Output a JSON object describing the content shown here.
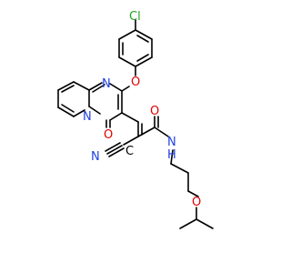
{
  "molecule": {
    "atoms": {
      "chlorine": "Cl",
      "ether_oxygen_aryl": "O",
      "pyrimidine_nitrogen": "N",
      "bridgehead_nitrogen": "N",
      "carbonyl_oxygen_ring": "O",
      "nitrile_nitrogen": "N",
      "nitrile_carbon": "C",
      "amide_oxygen": "O",
      "amide_nitrogen": "N",
      "amide_hydrogen": "H",
      "ether_oxygen_alkyl": "O"
    },
    "colors": {
      "bond": "#000000",
      "chlorine": "#22a022",
      "oxygen": "#e00000",
      "nitrogen": "#2040e0",
      "carbon": "#000000"
    }
  }
}
